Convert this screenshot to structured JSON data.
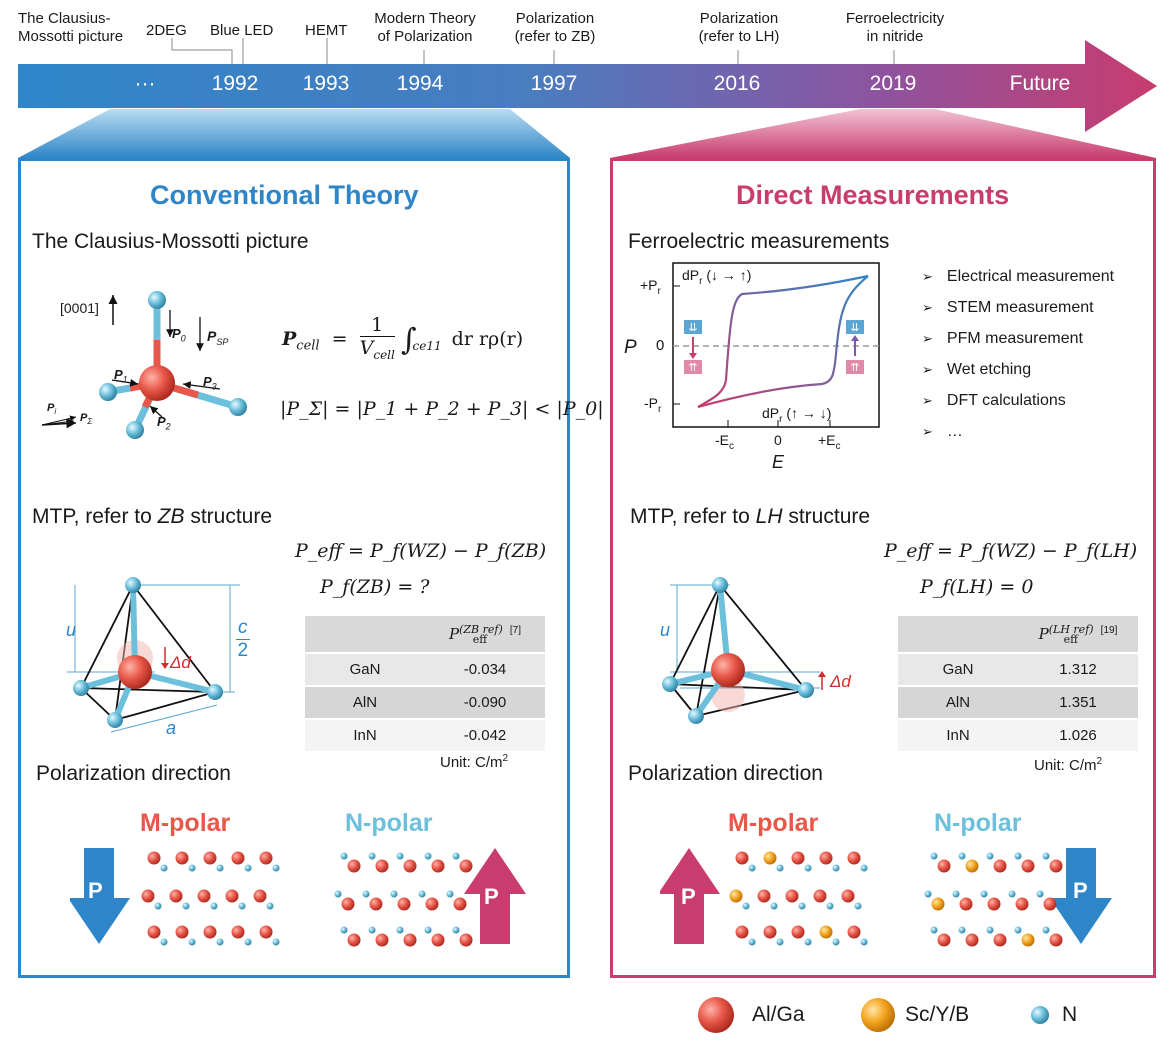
{
  "timeline": {
    "labels": [
      {
        "text": "The Clausius-\nMossotti picture"
      },
      {
        "text": "2DEG"
      },
      {
        "text": "Blue LED"
      },
      {
        "text": "HEMT"
      },
      {
        "text": "Modern Theory\nof Polarization"
      },
      {
        "text": "Polarization\n(refer to ZB)"
      },
      {
        "text": "Polarization\n(refer to LH)"
      },
      {
        "text": "Ferroelectricity\nin nitride"
      }
    ],
    "years": [
      "···",
      "1992",
      "1993",
      "1994",
      "1997",
      "2016",
      "2019",
      "Future"
    ],
    "colors": {
      "start": "#2e86c8",
      "end": "#c83c6e"
    }
  },
  "left_panel": {
    "title": "Conventional Theory",
    "title_color": "#2e86c8",
    "section1": "The Clausius-Mossotti picture",
    "axis_label": "[0001]",
    "vec_labels": {
      "p0": "P",
      "p0_sub": "0",
      "psp": "P",
      "psp_sub": "SP",
      "p1": "P",
      "p1_sub": "1",
      "p2": "P",
      "p2_sub": "2",
      "p3": "P",
      "p3_sub": "3",
      "pi": "P",
      "pi_sub": "i",
      "psum": "P",
      "psum_sub": "Σ"
    },
    "eq1_lhs": "P",
    "eq1_lhs_sub": "cell",
    "eq1_frac_num": "1",
    "eq1_frac_den": "V",
    "eq1_frac_den_sub": "cell",
    "eq1_int_sub": "ce11",
    "eq1_rest": "dr rρ(r)",
    "eq2": "|P_Σ| = |P_1 + P_2 + P_3| < |P_0|",
    "section2_pre": "MTP, refer to ",
    "section2_em": "ZB",
    "section2_post": " structure",
    "eq3": "P_eff = P_f(WZ) − P_f(ZB)",
    "eq4": "P_f(ZB) = ?",
    "tet_labels": {
      "u": "u",
      "c": "c",
      "two": "2",
      "delta": "Δd",
      "a": "a"
    },
    "table_header_sym": "P",
    "table_header_sub": "eff",
    "table_header_sup": "(ZB ref)",
    "table_header_ref": "[7]",
    "table_rows": [
      {
        "material": "GaN",
        "value": "-0.034"
      },
      {
        "material": "AlN",
        "value": "-0.090"
      },
      {
        "material": "InN",
        "value": "-0.042"
      }
    ],
    "unit": "Unit: C/m",
    "unit_sup": "2",
    "section3": "Polarization direction",
    "m_polar": "M-polar",
    "n_polar": "N-polar",
    "arrow_label": "P"
  },
  "right_panel": {
    "title": "Direct Measurements",
    "title_color": "#c83c6e",
    "section1": "Ferroelectric measurements",
    "hyst": {
      "pr_pos": "+P",
      "pr_neg": "-P",
      "r_sub": "r",
      "zero": "0",
      "p_axis": "P",
      "e_axis": "E",
      "ec_neg": "-E",
      "ec_pos": "+E",
      "c_sub": "c",
      "e_zero": "0",
      "top_label": "dP",
      "top_label_rest": " (↓ → ↑)",
      "bottom_label": "dP",
      "bottom_label_rest": " (↑ → ↓)"
    },
    "bullets": [
      "Electrical measurement",
      "STEM measurement",
      "PFM measurement",
      "Wet etching",
      "DFT calculations",
      "…"
    ],
    "section2_pre": "MTP, refer to ",
    "section2_em": "LH",
    "section2_post": " structure",
    "eq3": "P_eff = P_f(WZ) − P_f(LH)",
    "eq4": "P_f(LH) = 0",
    "tet_labels": {
      "u": "u",
      "delta": "Δd"
    },
    "table_header_sym": "P",
    "table_header_sub": "eff",
    "table_header_sup": "(LH ref)",
    "table_header_ref": "[19]",
    "table_rows": [
      {
        "material": "GaN",
        "value": "1.312"
      },
      {
        "material": "AlN",
        "value": "1.351"
      },
      {
        "material": "InN",
        "value": "1.026"
      }
    ],
    "unit": "Unit: C/m",
    "unit_sup": "2",
    "section3": "Polarization direction",
    "m_polar": "M-polar",
    "n_polar": "N-polar",
    "arrow_label": "P"
  },
  "legend": [
    {
      "label": "Al/Ga",
      "color": "#e8584a"
    },
    {
      "label": "Sc/Y/B",
      "color": "#f5a623"
    },
    {
      "label": "N",
      "color": "#6cc0dc"
    }
  ],
  "colors": {
    "blue": "#2e86c8",
    "magenta": "#c83c6e",
    "metal": "#e8584a",
    "nitrogen": "#6cc0dc",
    "dopant": "#f5a623",
    "mpolar_text": "#e8584a",
    "npolar_text": "#6cc0dc"
  }
}
